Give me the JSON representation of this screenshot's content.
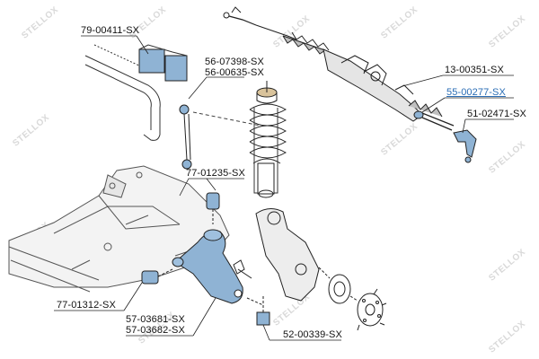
{
  "watermark": "STELLOX",
  "colors": {
    "highlight": "#2a6db5",
    "part_fill": "#8fb3d4",
    "line": "#222222"
  },
  "callouts": {
    "sway_bar_bushing": "79-00411-SX",
    "stabilizer_link_a": "56-07398-SX",
    "stabilizer_link_b": "56-00635-SX",
    "steering_rack": "13-00351-SX",
    "tie_rod_axial": "55-00277-SX",
    "tie_rod_end": "51-02471-SX",
    "control_arm_bushing_rear": "77-01235-SX",
    "control_arm_bushing_front": "77-01312-SX",
    "control_arm_a": "57-03681-SX",
    "control_arm_b": "57-03682-SX",
    "ball_joint": "52-00339-SX"
  }
}
